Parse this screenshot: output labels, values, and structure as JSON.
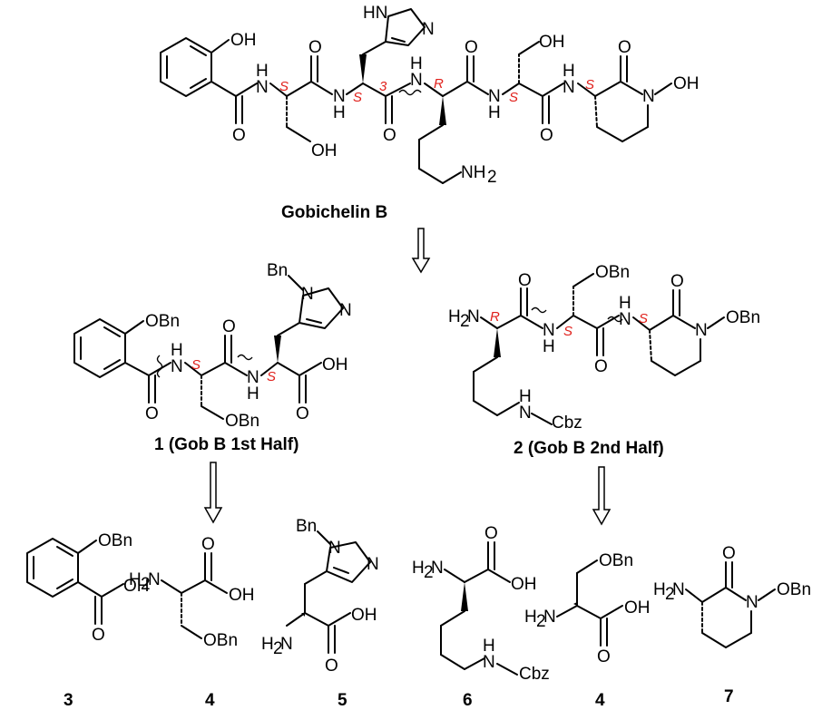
{
  "labels": {
    "OH": "OH",
    "HN": "HN",
    "N": "N",
    "H": "H",
    "O": "O",
    "NH2": "NH",
    "sub2": "2",
    "H2N_H": "H",
    "H2N_2": "2",
    "H2N_N": "N",
    "OBn": "OBn",
    "Bn": "Bn",
    "Cbz": "Cbz"
  },
  "stereo": {
    "S": "S",
    "R": "R",
    "three": "3"
  },
  "titles": {
    "main": "Gobichelin B",
    "frag1": "1 (Gob B 1st Half)",
    "frag2": "2 (Gob B 2nd Half)",
    "c3": "3",
    "c4a": "4",
    "c5": "5",
    "c6": "6",
    "c4b": "4",
    "c7": "7"
  }
}
